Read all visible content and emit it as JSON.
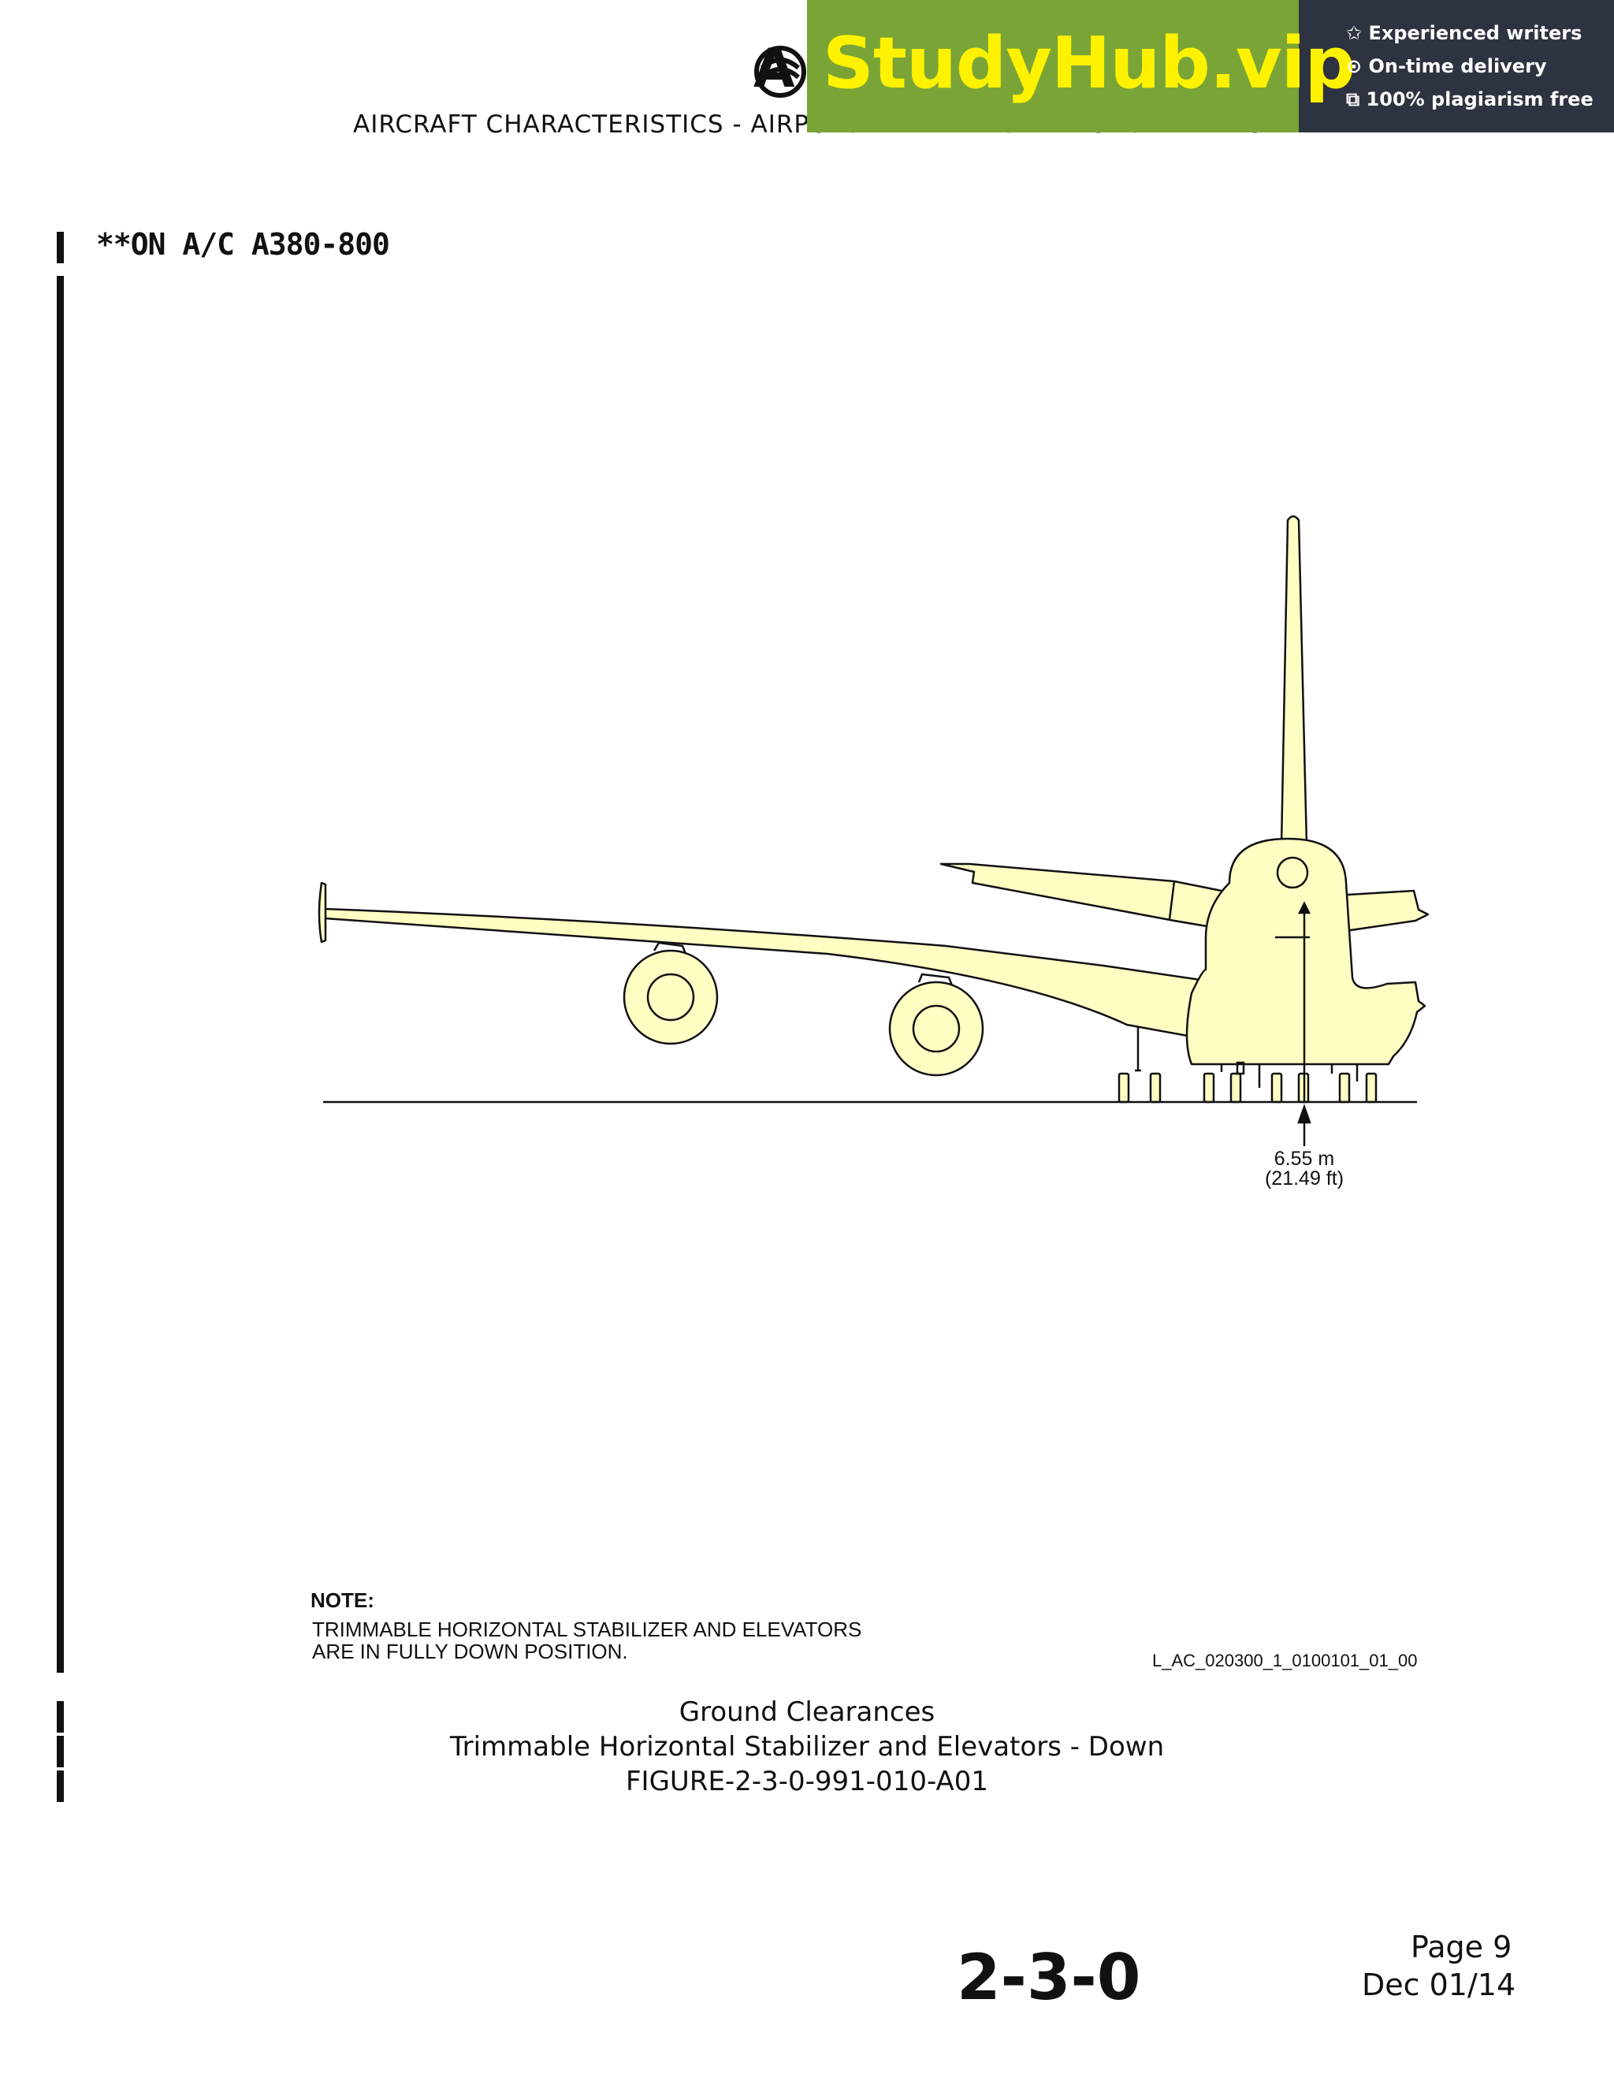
{
  "header": {
    "logo_text": "A",
    "subtitle": "AIRCRAFT CHARACTERISTICS - AIRPORT AND MAINTENANCE PLANNING"
  },
  "banner": {
    "title": "StudyHub.vip",
    "items": [
      "✩ Experienced writers",
      "⊙ On-time delivery",
      "⧉ 100% plagiarism free"
    ],
    "colors": {
      "green": "#7aa536",
      "dark": "#2d3340",
      "title": "#fff200"
    }
  },
  "effectivity": "**ON A/C A380-800",
  "figure": {
    "dimension_m": "6.55 m",
    "dimension_ft": "(21.49 ft)",
    "note_title": "NOTE:",
    "note_line1": "TRIMMABLE HORIZONTAL STABILIZER AND ELEVATORS",
    "note_line2": "ARE IN FULLY DOWN POSITION.",
    "drawing_ref": "L_AC_020300_1_0100101_01_00",
    "fill_color": "#ffffc4"
  },
  "caption": {
    "line1": "Ground Clearances",
    "line2": "Trimmable Horizontal Stabilizer and Elevators - Down",
    "line3": "FIGURE-2-3-0-991-010-A01"
  },
  "footer": {
    "chapter": "2-3-0",
    "page": "Page  9",
    "date": "Dec  01/14"
  }
}
